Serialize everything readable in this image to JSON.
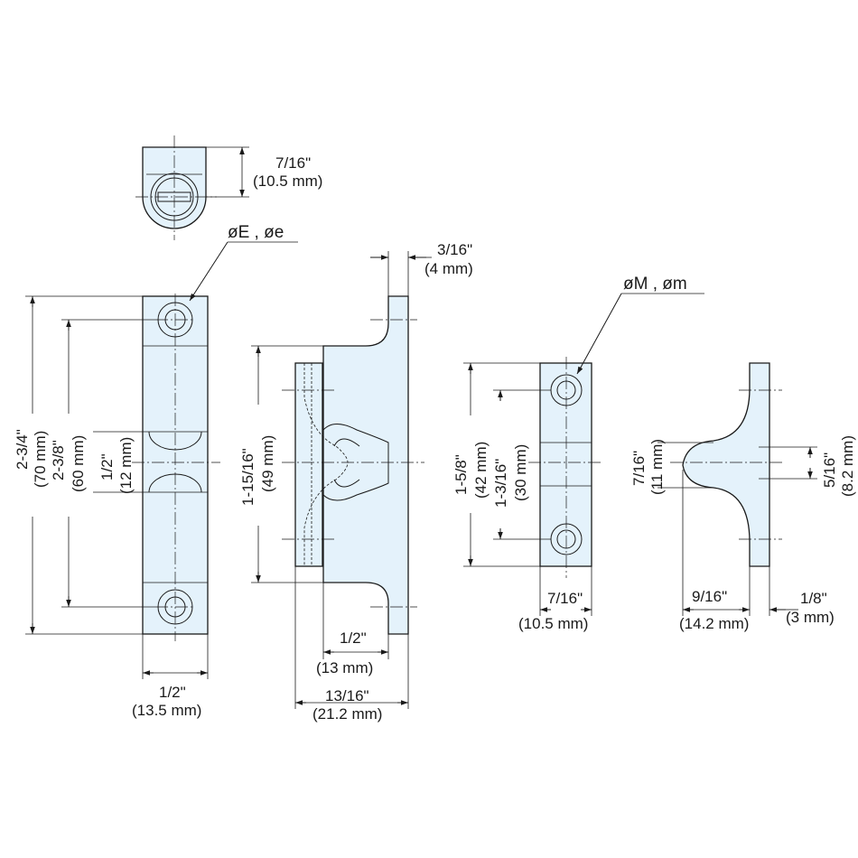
{
  "callouts": {
    "e_dia": "øE , øe",
    "m_dia": "øM , øm"
  },
  "dims": {
    "top_h_in": "7/16\"",
    "top_h_mm": "(10.5 mm)",
    "tab_w_in": "3/16\"",
    "tab_w_mm": "(4 mm)",
    "overall_h_in": "2-3/4\"",
    "overall_h_mm": "(70 mm)",
    "hole_pitch_in": "2-3/8\"",
    "hole_pitch_mm": "(60 mm)",
    "ball_gap_in": "1/2\"",
    "ball_gap_mm": "(12 mm)",
    "body_w_in": "1/2\"",
    "body_w_mm": "(13.5 mm)",
    "side_h_in": "1-15/16\"",
    "side_h_mm": "(49 mm)",
    "side_depth_in": "1/2\"",
    "side_depth_mm": "(13 mm)",
    "side_total_in": "13/16\"",
    "side_total_mm": "(21.2 mm)",
    "strike_h_in": "1-5/8\"",
    "strike_h_mm": "(42 mm)",
    "strike_pitch_in": "1-3/16\"",
    "strike_pitch_mm": "(30 mm)",
    "strike_w_in": "7/16\"",
    "strike_w_mm": "(10.5 mm)",
    "neck_h_in": "7/16\"",
    "neck_h_mm": "(11 mm)",
    "tip_h_in": "5/16\"",
    "tip_h_mm": "(8.2 mm)",
    "strike_reach_in": "9/16\"",
    "strike_reach_mm": "(14.2 mm)",
    "plate_t_in": "1/8\"",
    "plate_t_mm": "(3 mm)"
  }
}
